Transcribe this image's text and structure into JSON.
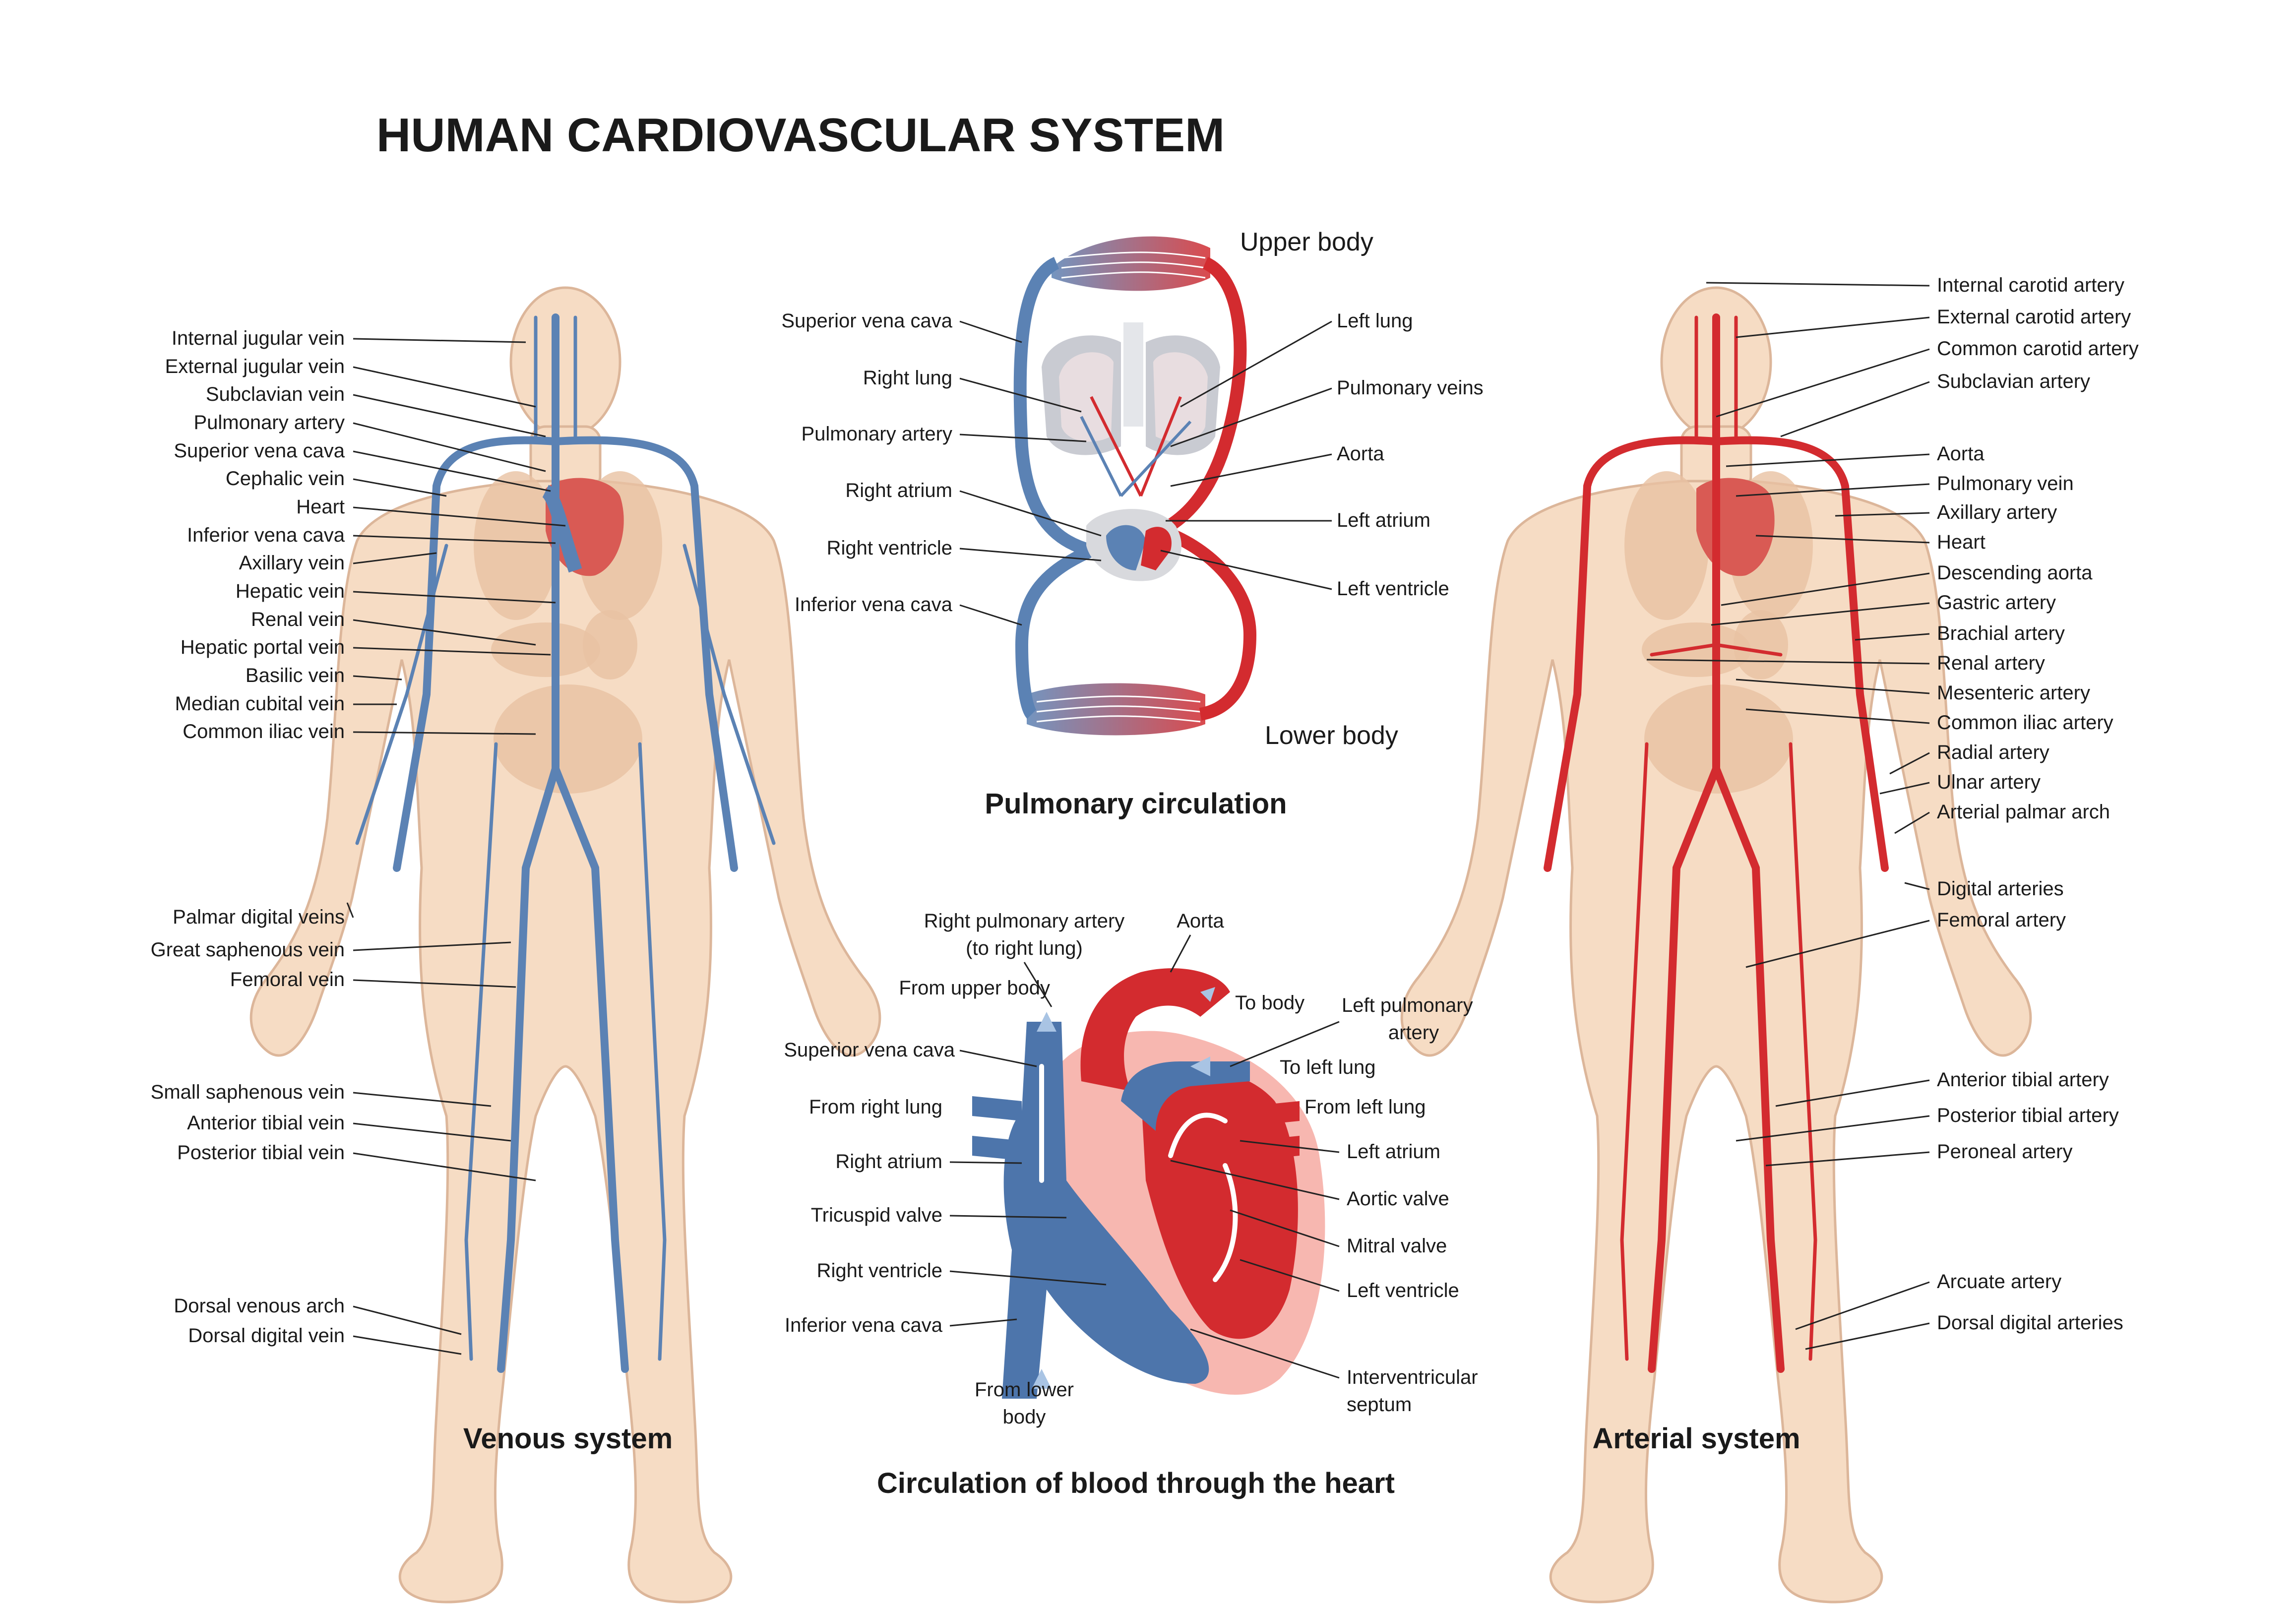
{
  "title": "HUMAN CARDIOVASCULAR SYSTEM",
  "panels": {
    "venous": "Venous system",
    "arterial": "Arterial system",
    "pulmonary": "Pulmonary circulation",
    "heart": "Circulation of blood through the heart"
  },
  "venous_labels": [
    "Internal jugular vein",
    "External jugular vein",
    "Subclavian vein",
    "Pulmonary artery",
    "Superior vena cava",
    "Cephalic vein",
    "Heart",
    "Inferior vena cava",
    "Axillary vein",
    "Hepatic vein",
    "Renal vein",
    "Hepatic portal vein",
    "Basilic vein",
    "Median cubital vein",
    "Common iliac vein",
    "Palmar digital veins",
    "Great saphenous vein",
    "Femoral vein",
    "Small saphenous vein",
    "Anterior tibial vein",
    "Posterior tibial vein",
    "Dorsal venous arch",
    "Dorsal digital vein"
  ],
  "arterial_labels": [
    "Internal carotid artery",
    "External carotid artery",
    "Common carotid artery",
    "Subclavian artery",
    "Aorta",
    "Pulmonary vein",
    "Axillary artery",
    "Heart",
    "Descending aorta",
    "Gastric artery",
    "Brachial artery",
    "Renal artery",
    "Mesenteric artery",
    "Common iliac artery",
    "Radial artery",
    "Ulnar artery",
    "Arterial palmar arch",
    "Digital arteries",
    "Femoral artery",
    "Anterior tibial artery",
    "Posterior tibial artery",
    "Peroneal artery",
    "Arcuate artery",
    "Dorsal digital arteries"
  ],
  "pulmonary": {
    "upper": "Upper body",
    "lower": "Lower body",
    "left_labels": [
      "Superior vena cava",
      "Right lung",
      "Pulmonary artery",
      "Right atrium",
      "Right ventricle",
      "Inferior vena cava"
    ],
    "right_labels": [
      "Left lung",
      "Pulmonary veins",
      "Aorta",
      "Left atrium",
      "Left ventricle"
    ]
  },
  "heart": {
    "rpa_1": "Right pulmonary artery",
    "rpa_2": "(to right lung)",
    "aorta": "Aorta",
    "from_upper": "From upper body",
    "to_body": "To body",
    "lpa_1": "Left pulmonary",
    "lpa_2": "artery",
    "to_left_lung": "To left lung",
    "svc": "Superior vena cava",
    "from_right_lung": "From right lung",
    "from_left_lung": "From left lung",
    "right_atrium": "Right atrium",
    "left_atrium": "Left atrium",
    "tricuspid": "Tricuspid valve",
    "aortic_valve": "Aortic valve",
    "mitral_valve": "Mitral valve",
    "right_ventricle": "Right ventricle",
    "left_ventricle": "Left ventricle",
    "ivc": "Inferior vena cava",
    "from_lower_1": "From lower",
    "from_lower_2": "body",
    "septum_1": "Interventricular",
    "septum_2": "septum"
  },
  "colors": {
    "vein": "#5b82b4",
    "artery": "#d32b2f",
    "skin": "#f6dcc4",
    "heart_wall": "#f7b7b0"
  }
}
